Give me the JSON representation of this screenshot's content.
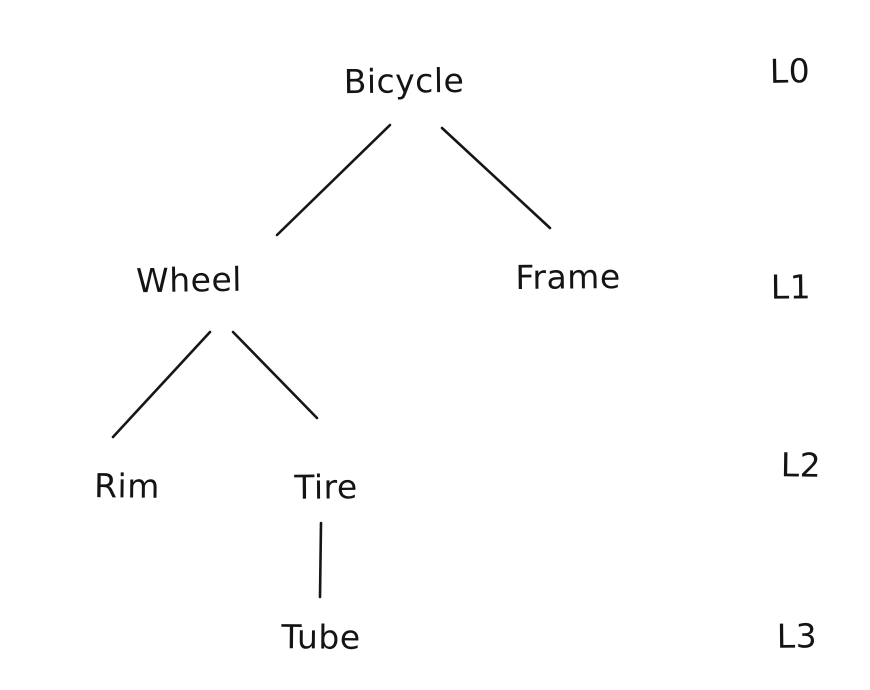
{
  "diagram": {
    "type": "tree",
    "style": "hand-drawn",
    "colors": {
      "ink": "#161616",
      "background": "#ffffff"
    },
    "nodes": {
      "bicycle": {
        "label": "Bicycle",
        "level": 0
      },
      "wheel": {
        "label": "Wheel",
        "level": 1
      },
      "frame": {
        "label": "Frame",
        "level": 1
      },
      "rim": {
        "label": "Rim",
        "level": 2
      },
      "tire": {
        "label": "Tire",
        "level": 2
      },
      "tube": {
        "label": "Tube",
        "level": 3
      }
    },
    "edges": [
      {
        "from": "Bicycle",
        "to": "Wheel"
      },
      {
        "from": "Bicycle",
        "to": "Frame"
      },
      {
        "from": "Wheel",
        "to": "Rim"
      },
      {
        "from": "Wheel",
        "to": "Tire"
      },
      {
        "from": "Tire",
        "to": "Tube"
      }
    ],
    "level_labels": {
      "l0": "L0",
      "l1": "L1",
      "l2": "L2",
      "l3": "L3"
    }
  }
}
